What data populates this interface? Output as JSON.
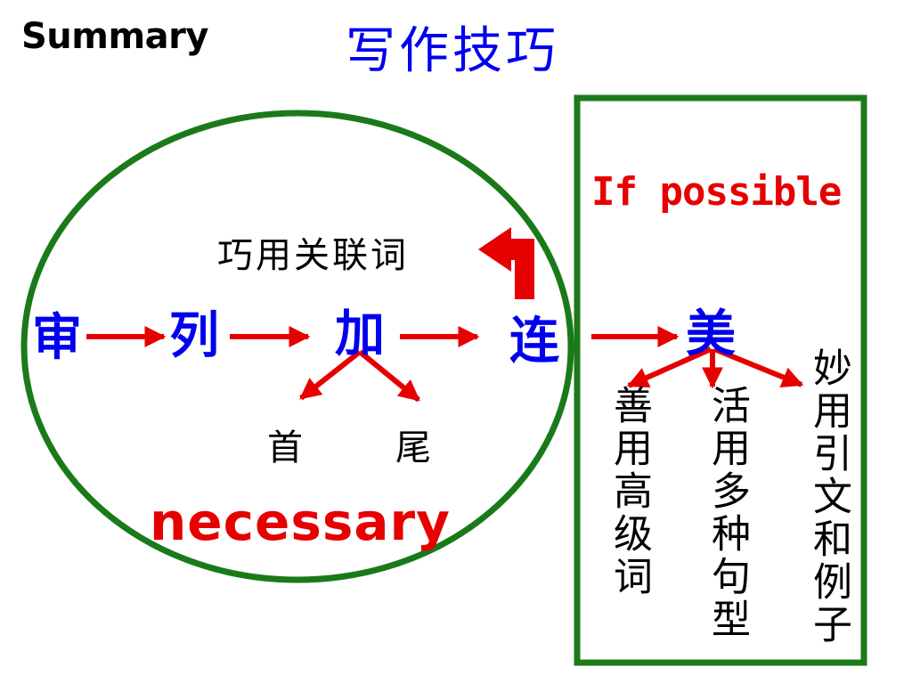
{
  "header": {
    "summary_label": "Summary",
    "title": "写作技巧"
  },
  "diagram": {
    "optional_label": "If possible",
    "required_label": "necessary",
    "connector_hint": "巧用关联词",
    "steps": [
      "审",
      "列",
      "加",
      "连",
      "美"
    ],
    "jia_branches": [
      "首",
      "尾"
    ],
    "mei_branches": [
      "善用高级词",
      "活用多种句型",
      "妙用引文和例子"
    ],
    "colors": {
      "step_text": "#0000ee",
      "arrow": "#e60000",
      "frame": "#1a7a1a"
    }
  }
}
